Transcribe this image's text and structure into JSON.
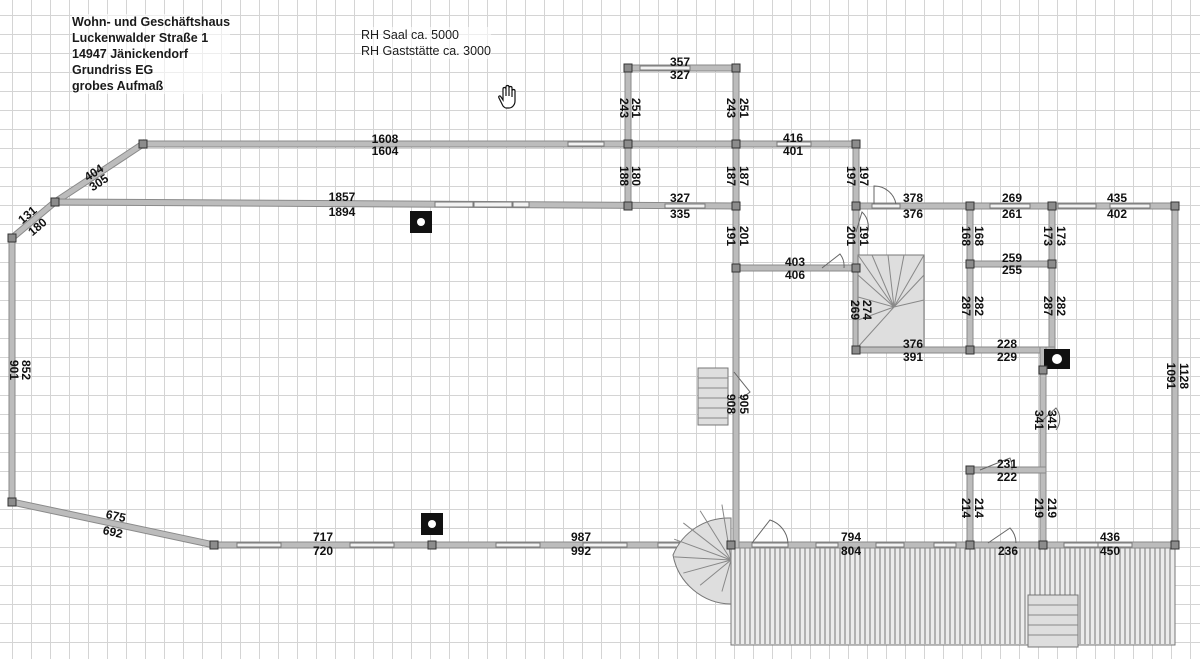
{
  "info_block": {
    "lines": [
      "Wohn- und Geschäftshaus",
      "Luckenwalder Straße 1",
      "14947 Jänickendorf",
      "Grundriss EG",
      "grobes Aufmaß"
    ]
  },
  "notes": {
    "lines": [
      "RH Saal ca. 5000",
      "RH Gaststätte ca. 3000"
    ]
  },
  "dimensions": {
    "d1608": "1608",
    "d1604": "1604",
    "d1857": "1857",
    "d1894": "1894",
    "d404": "404",
    "d305": "305",
    "d131": "131",
    "d180": "180",
    "d901": "901",
    "d852": "852",
    "d675": "675",
    "d692": "692",
    "d717": "717",
    "d720": "720",
    "d987": "987",
    "d992": "992",
    "d794": "794",
    "d804": "804",
    "d236": "236",
    "d436": "436",
    "d450": "450",
    "d357": "357",
    "d327top": "327",
    "d243a": "243",
    "d251a": "251",
    "d243b": "243",
    "d251b": "251",
    "d188": "188",
    "d180b": "180",
    "d187": "187",
    "d187b": "187",
    "d416": "416",
    "d401": "401",
    "d197": "197",
    "d197b": "197",
    "d327": "327",
    "d335": "335",
    "d191": "191",
    "d201": "201",
    "d201b": "201",
    "d191b": "191",
    "d378": "378",
    "d376": "376",
    "d269": "269",
    "d261": "261",
    "d435": "435",
    "d402": "402",
    "d403": "403",
    "d406": "406",
    "d168": "168",
    "d168b": "168",
    "d173": "173",
    "d173b": "173",
    "d259": "259",
    "d255": "255",
    "d269v": "269",
    "d274": "274",
    "d287": "287",
    "d282": "282",
    "d287b": "287",
    "d282b": "282",
    "d376b": "376",
    "d391": "391",
    "d228": "228",
    "d229": "229",
    "d1128": "1128",
    "d1091": "1091",
    "d908": "908",
    "d905": "905",
    "d341": "341",
    "d341b": "341",
    "d231": "231",
    "d222": "222",
    "d214": "214",
    "d214b": "214",
    "d219": "219",
    "d219b": "219"
  },
  "colors": {
    "wall": "#bcbcbc",
    "grid": "#d4d4d4",
    "node": "#8c8c8c"
  }
}
